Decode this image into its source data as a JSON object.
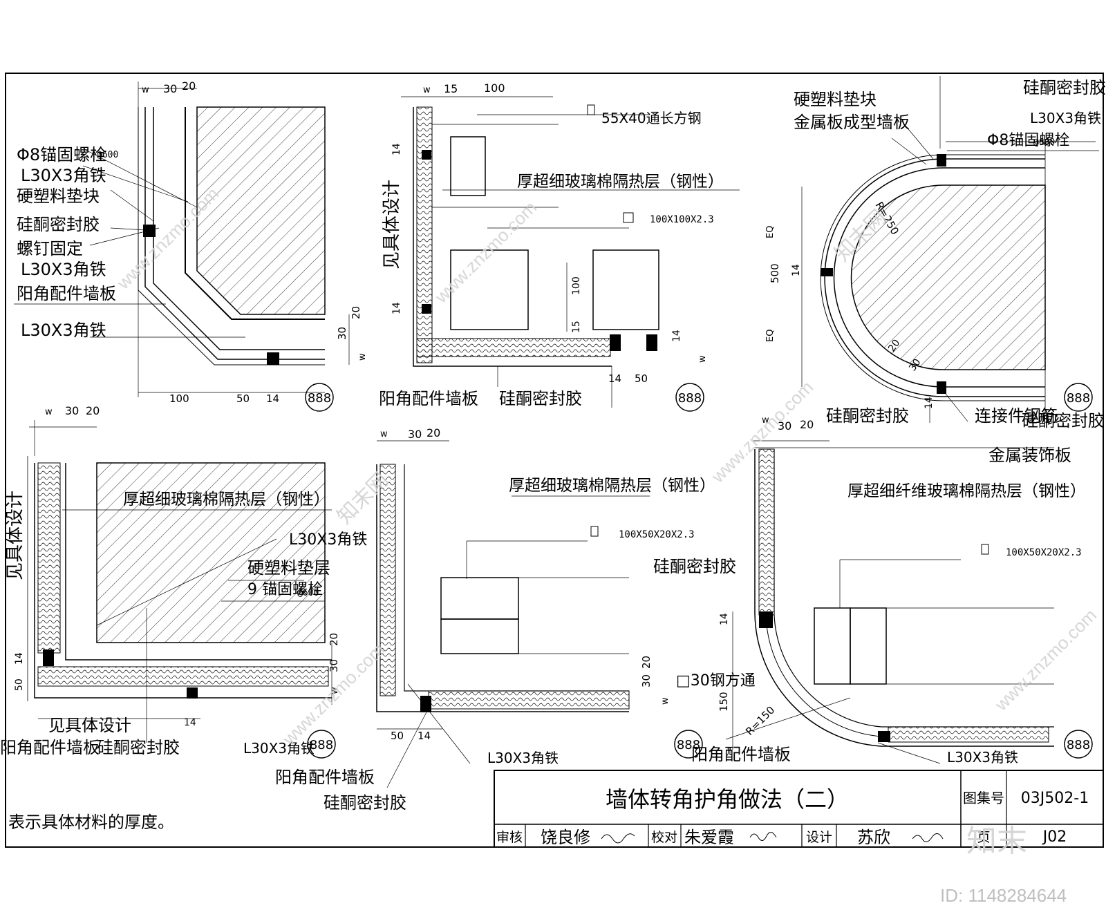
{
  "dims": {
    "w": "w",
    "n30": "30",
    "n20": "20",
    "n15": "15",
    "n14": "14",
    "n100": "100",
    "n50": "50",
    "n500": "500",
    "n150": "150",
    "eq": "EQ",
    "r250": "R=250",
    "r150": "R=150"
  },
  "detail1": {
    "labels": [
      "Φ8锚固螺栓",
      "L30X3角铁",
      "硬塑料垫块",
      "硅酮密封胶",
      "螺钉固定",
      "L30X3角铁",
      "阳角配件墙板",
      "L30X3角铁"
    ],
    "overlap": "@600",
    "callout": "888"
  },
  "detail2": {
    "steel": "55X40通长方钢",
    "insulation": "厚超细玻璃棉隔热层（钢性）",
    "box": "100X100X2.3",
    "see_design": "见具体设计",
    "bottom1": "阳角配件墙板",
    "bottom2": "硅酮密封胶",
    "callout": "888"
  },
  "detail3": {
    "labels": [
      "硬塑料垫块",
      "金属板成型墙板",
      "硅酮密封胶",
      "L30X3角铁",
      "Φ8锚固螺栓"
    ],
    "overlap": "@600",
    "bottom1": "硅酮密封胶",
    "bottom2": "连接件钢筋",
    "callout": "888"
  },
  "detail4": {
    "insulation": "厚超细玻璃棉隔热层（钢性）",
    "angle": "L30X3角铁",
    "pad": "硬塑料垫层",
    "bolt": "9 锚固螺栓",
    "overlap": "@600",
    "see_design": "见具体设计",
    "see_design2": "见具体设计",
    "bottom1": "阳角配件墙板",
    "bottom2": "硅酮密封胶",
    "bottom3": "L30X3角铁",
    "callout": "888"
  },
  "detail5": {
    "insulation": "厚超细玻璃棉隔热层（钢性）",
    "channel": "100X50X20X2.3",
    "bottom1": "L30X3角铁",
    "bottom2": "阳角配件墙板",
    "bottom3": "硅酮密封胶"
  },
  "detail6": {
    "label1": "硅酮密封胶",
    "label2": "金属装饰板",
    "insulation": "厚超细纤维玻璃棉隔热层（钢性）",
    "channel": "100X50X20X2.3",
    "sealant": "硅酮密封胶",
    "tube": "□30钢方通",
    "bottom1": "阳角配件墙板",
    "bottom2": "L30X3角铁",
    "callout_left": "888",
    "callout": "888"
  },
  "note": "表示具体材料的厚度。",
  "title_block": {
    "title": "墙体转角护角做法（二）",
    "atlas_label": "图集号",
    "atlas_no": "03J502-1",
    "review_label": "审核",
    "review_name": "饶良修",
    "check_label": "校对",
    "check_name": "朱爱霞",
    "design_label": "设计",
    "design_name": "苏欣",
    "page_label": "页",
    "page_no": "J02"
  },
  "watermark": {
    "brand": "知末",
    "id": "ID: 1148284644",
    "site": "www.znzmo.com",
    "site_cn": "知末网"
  }
}
